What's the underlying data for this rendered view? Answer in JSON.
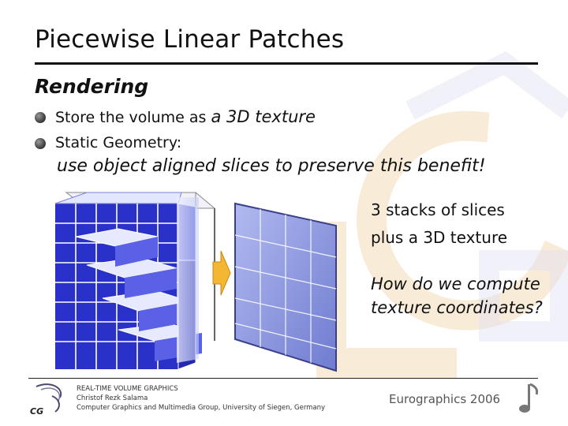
{
  "slide": {
    "title": "Piecewise Linear Patches",
    "section": "Rendering",
    "bullets": [
      {
        "text": "Store the volume as ",
        "emphasis": "a 3D texture"
      },
      {
        "text": "Static Geometry:",
        "emphasis": ""
      }
    ],
    "benefit_line": "use object aligned slices to preserve this benefit!",
    "side_text": {
      "line1": "3 stacks of slices",
      "line2": "plus a 3D texture",
      "question1": "How do we compute",
      "question2": "texture coordinates?"
    }
  },
  "footer": {
    "line1": "REAL-TIME VOLUME GRAPHICS",
    "line2": "Christof Rezk Salama",
    "line3": "Computer Graphics and Multimedia Group, University of Siegen, Germany",
    "conference": "Eurographics 2006",
    "logo_text": "CG"
  },
  "colors": {
    "cube_light": "#d9dcfb",
    "cube_mid": "#5b61ea",
    "cube_dark": "#1a1f9c",
    "slice_fill": "#8f9bdc",
    "arrow": "#f4b731",
    "deco": "#f6e2c4"
  },
  "icons": {
    "bullet": "sphere-bullet-icon",
    "arrow": "right-arrow-icon",
    "logo": "cg-logo-icon",
    "note": "music-note-icon"
  }
}
